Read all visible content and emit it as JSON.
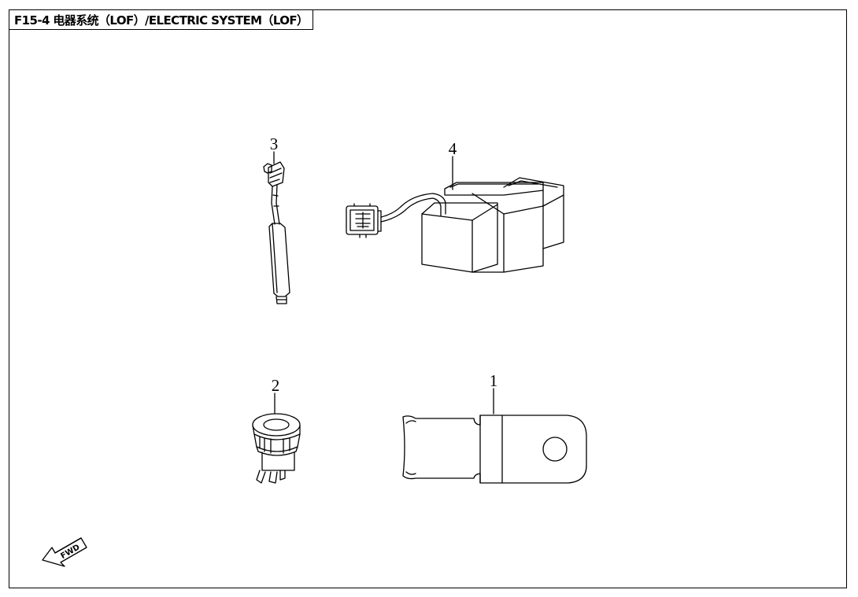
{
  "diagram": {
    "title": "F15-4 电器系统（LOF）/ELECTRIC SYSTEM（LOF）",
    "callouts": [
      {
        "id": "1",
        "label": "1"
      },
      {
        "id": "2",
        "label": "2"
      },
      {
        "id": "3",
        "label": "3"
      },
      {
        "id": "4",
        "label": "4"
      }
    ],
    "direction_indicator": "FWD",
    "colors": {
      "line": "#000000",
      "background": "#ffffff"
    }
  }
}
